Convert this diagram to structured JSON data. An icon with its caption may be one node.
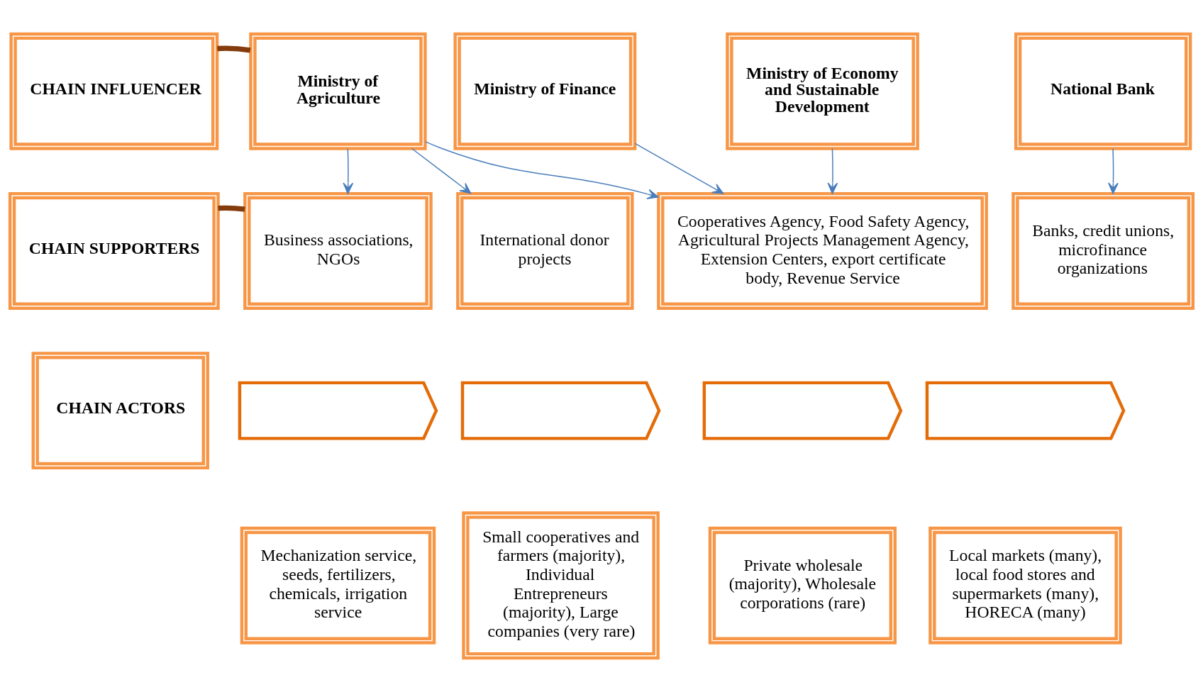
{
  "diagram": {
    "nodes": [
      {
        "text": [
          "CHAIN INFLUENCER"
        ]
      },
      {
        "text": [
          "Ministry of Agriculture"
        ]
      },
      {
        "text": [
          "Ministry of Finance"
        ]
      },
      {
        "text": [
          "Ministry of Economy and Sustainable Development"
        ]
      },
      {
        "text": [
          "National Bank"
        ]
      },
      {
        "text": [
          "CHAIN SUPPORTERS"
        ]
      },
      {
        "text": [
          "Business associations, NGOs"
        ]
      },
      {
        "text": [
          "International donor projects"
        ]
      },
      {
        "text": [
          "Cooperatives Agency, Food Safety Agency, Agricultural Projects Management Agency, Extension Centers, export certificate body, Revenue Service"
        ]
      },
      {
        "text": [
          "Banks, credit unions, microfinance organizations"
        ]
      },
      {
        "text": [
          "CHAIN ACTORS"
        ]
      },
      {
        "text": [],
        "shape": "chevron"
      },
      {
        "text": [
          "Mechanization service, seeds, fertilizers, chemicals, irrigation service"
        ]
      },
      {
        "text": [],
        "shape": "chevron"
      },
      {
        "text": [
          "Small cooperatives and farmers (majority), Individual Entrepreneurs (majority), Large companies (very rare)"
        ]
      },
      {
        "text": [],
        "shape": "chevron"
      },
      {
        "text": [
          "Private wholesale (majority), Wholesale corporations (rare)"
        ]
      },
      {
        "text": [],
        "shape": "chevron"
      },
      {
        "text": [
          "Local markets (many), local food stores and supermarkets (many), HORECA (many)"
        ]
      }
    ],
    "edges": [
      {
        "from": 0,
        "to": 1,
        "arrow": "none",
        "style": "thick",
        "color": "#843c0c"
      },
      {
        "from": 1,
        "to": 6,
        "arrow": "to"
      },
      {
        "from": 1,
        "to": 7,
        "arrow": "to"
      },
      {
        "from": 1,
        "to": 8,
        "arrow": "to"
      },
      {
        "from": 2,
        "to": 8,
        "arrow": "to"
      },
      {
        "from": 3,
        "to": 8,
        "arrow": "to"
      },
      {
        "from": 4,
        "to": 9,
        "arrow": "to"
      },
      {
        "from": 5,
        "to": 6,
        "arrow": "none",
        "style": "thick",
        "color": "#843c0c"
      }
    ]
  }
}
